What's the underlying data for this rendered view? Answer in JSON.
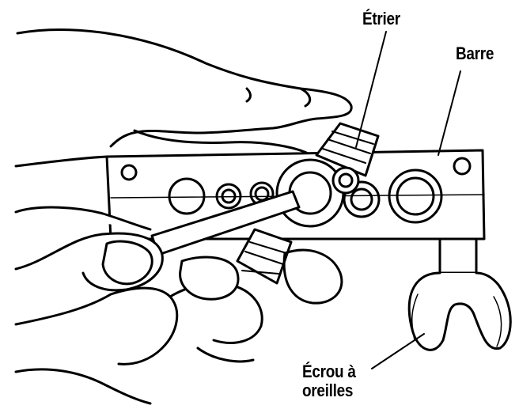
{
  "labels": {
    "etrier": "Étrier",
    "barre": "Barre",
    "ecrou_line1": "Écrou à",
    "ecrou_line2": "oreilles"
  },
  "colors": {
    "ink": "#000000",
    "paper": "#ffffff"
  }
}
